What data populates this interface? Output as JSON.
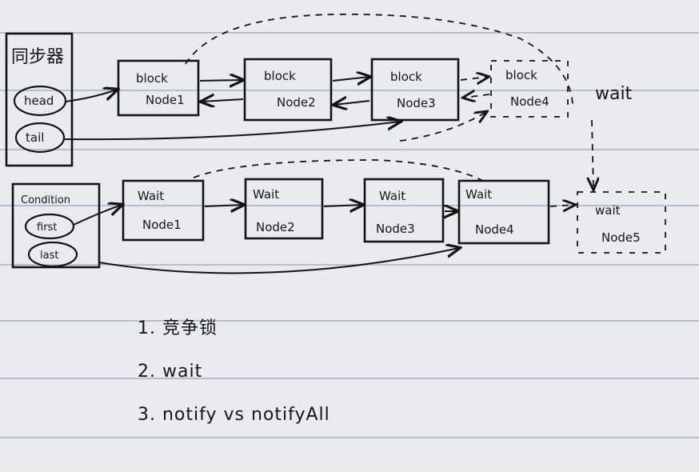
{
  "queue": {
    "title": "同步器",
    "head": "head",
    "tail": "tail"
  },
  "block_nodes": [
    {
      "line1": "block",
      "line2": "Node1"
    },
    {
      "line1": "block",
      "line2": "Node2"
    },
    {
      "line1": "block",
      "line2": "Node3"
    },
    {
      "line1": "block",
      "line2": "Node4"
    }
  ],
  "wait_label": "wait",
  "condition": {
    "title": "Condition",
    "first": "first",
    "last": "last"
  },
  "wait_nodes": [
    {
      "line1": "Wait",
      "line2": "Node1"
    },
    {
      "line1": "Wait",
      "line2": "Node2"
    },
    {
      "line1": "Wait",
      "line2": "Node3"
    },
    {
      "line1": "Wait",
      "line2": "Node4"
    },
    {
      "line1": "wait",
      "line2": "Node5"
    }
  ],
  "notes": [
    "1. 竞争锁",
    "2. wait",
    "3. notify vs notifyAll"
  ],
  "colors": {
    "ink": "#141414",
    "paper": "#e9ebee",
    "ruling": "#b9c0cb"
  }
}
